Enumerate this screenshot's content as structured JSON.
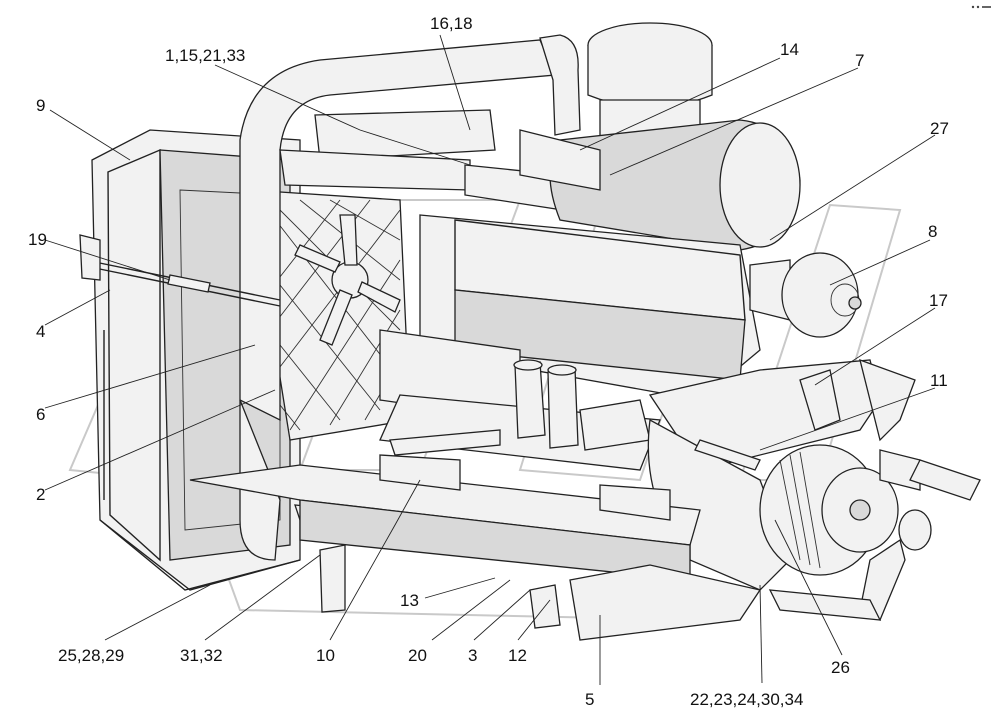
{
  "watermark": "",
  "labels": [
    {
      "id": "l9",
      "text": "9"
    },
    {
      "id": "l1",
      "text": "1,15,21,33"
    },
    {
      "id": "l16",
      "text": "16,18"
    },
    {
      "id": "l14",
      "text": "14"
    },
    {
      "id": "l7",
      "text": "7"
    },
    {
      "id": "l27",
      "text": "27"
    },
    {
      "id": "l19",
      "text": "19"
    },
    {
      "id": "l8",
      "text": "8"
    },
    {
      "id": "l4",
      "text": "4"
    },
    {
      "id": "l17",
      "text": "17"
    },
    {
      "id": "l11",
      "text": "11"
    },
    {
      "id": "l6",
      "text": "6"
    },
    {
      "id": "l2",
      "text": "2"
    },
    {
      "id": "l13",
      "text": "13"
    },
    {
      "id": "l25",
      "text": "25,28,29"
    },
    {
      "id": "l31",
      "text": "31,32"
    },
    {
      "id": "l10",
      "text": "10"
    },
    {
      "id": "l20",
      "text": "20"
    },
    {
      "id": "l3",
      "text": "3"
    },
    {
      "id": "l12",
      "text": "12"
    },
    {
      "id": "l26",
      "text": "26"
    },
    {
      "id": "l5",
      "text": "5"
    },
    {
      "id": "l22",
      "text": "22,23,24,30,34"
    }
  ]
}
